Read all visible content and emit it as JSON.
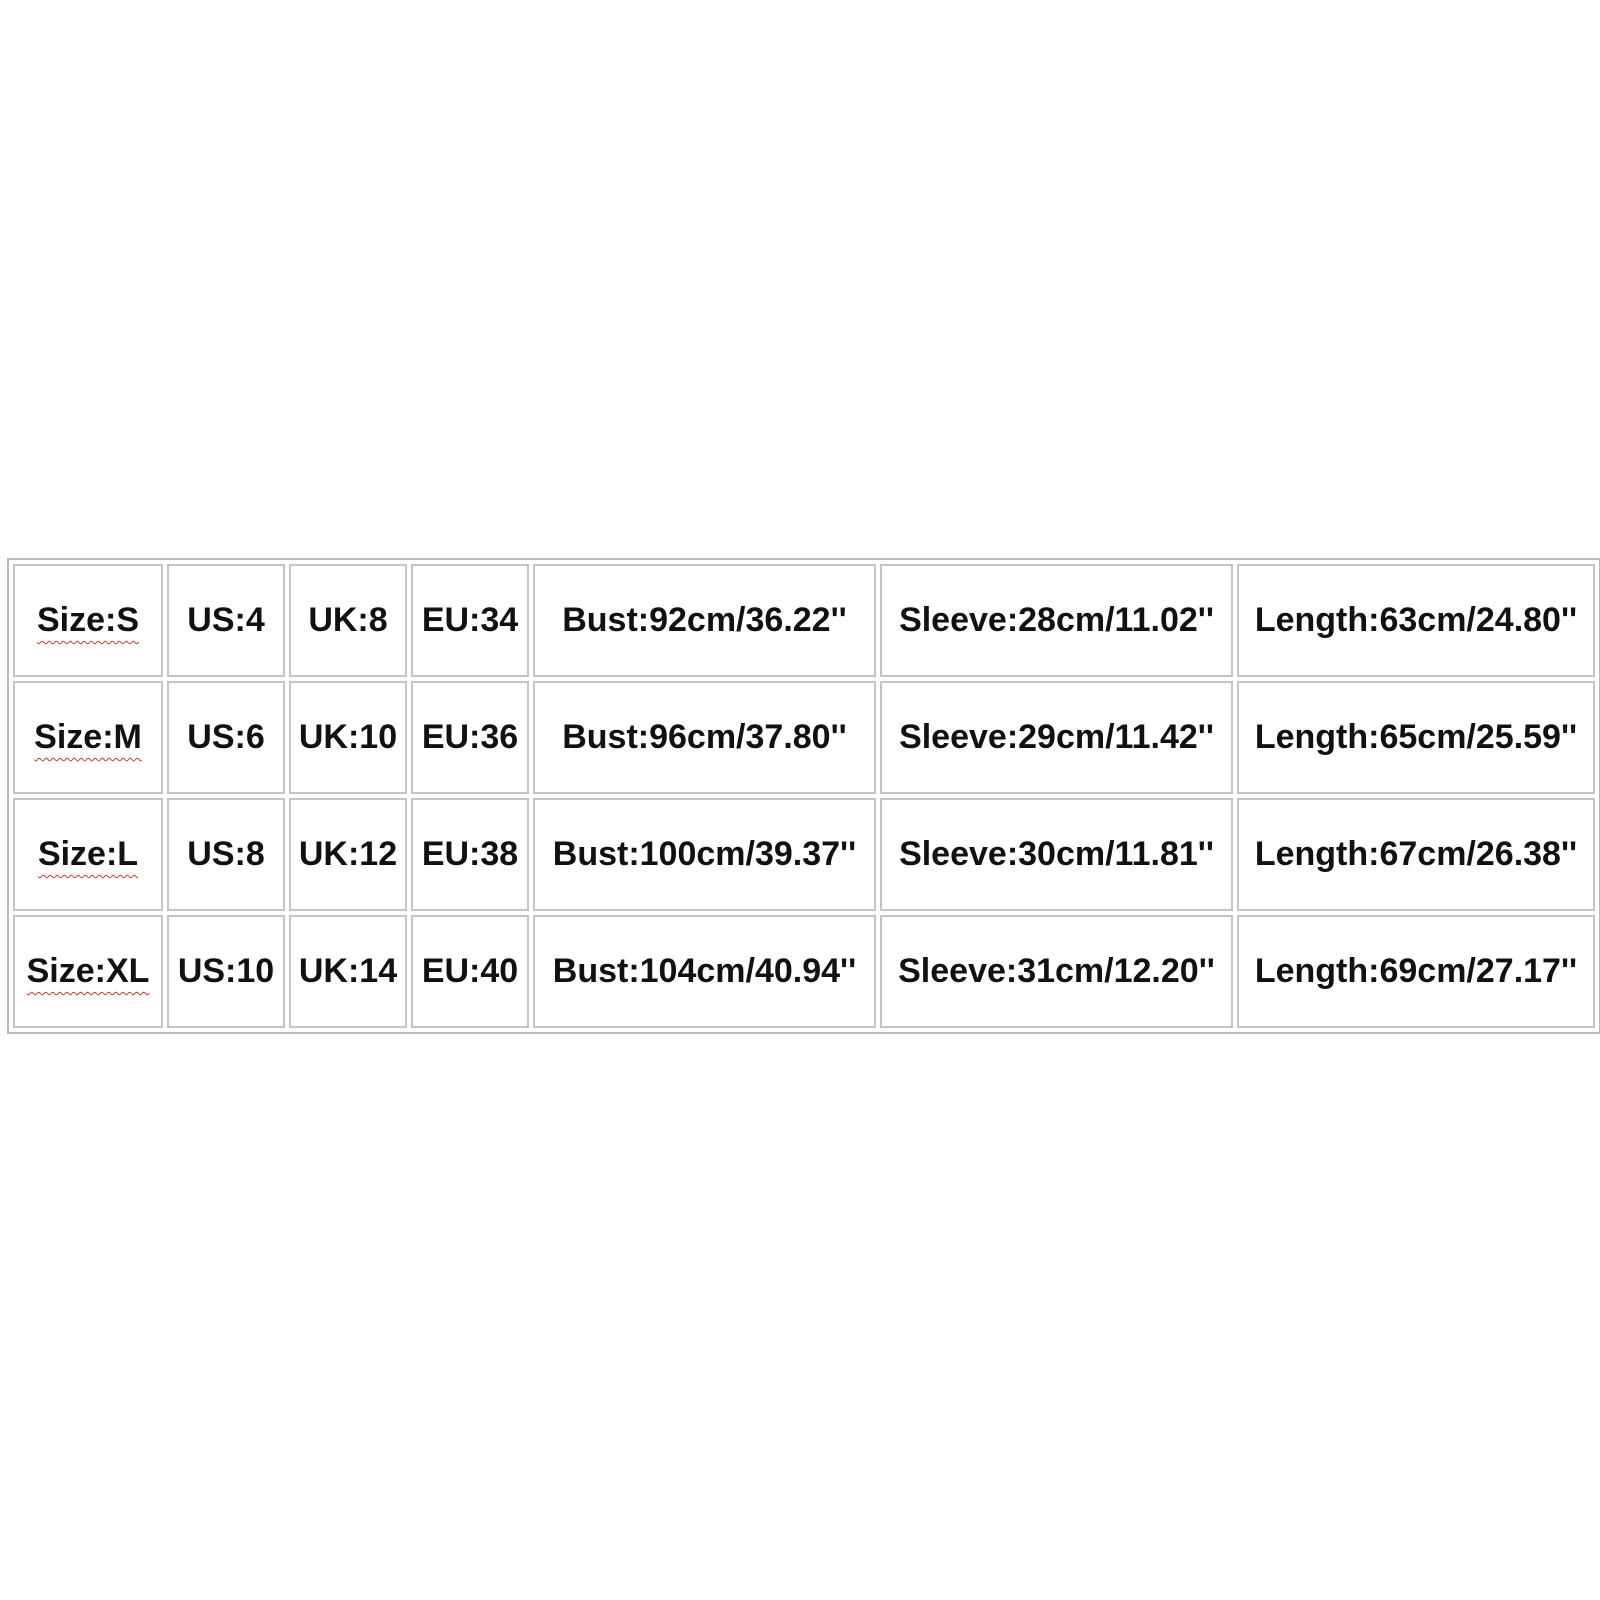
{
  "size_chart": {
    "rows": [
      [
        "Size:S",
        "US:4",
        "UK:8",
        "EU:34",
        "Bust:92cm/36.22''",
        "Sleeve:28cm/11.02''",
        "Length:63cm/24.80''"
      ],
      [
        "Size:M",
        "US:6",
        "UK:10",
        "EU:36",
        "Bust:96cm/37.80''",
        "Sleeve:29cm/11.42''",
        "Length:65cm/25.59''"
      ],
      [
        "Size:L",
        "US:8",
        "UK:12",
        "EU:38",
        "Bust:100cm/39.37''",
        "Sleeve:30cm/11.81''",
        "Length:67cm/26.38''"
      ],
      [
        "Size:XL",
        "US:10",
        "UK:14",
        "EU:40",
        "Bust:104cm/40.94''",
        "Sleeve:31cm/12.20''",
        "Length:69cm/27.17''"
      ]
    ],
    "colors": {
      "text": "#111111",
      "border": "#c4c4c4",
      "spellcheck_underline": "#c0392b"
    }
  }
}
